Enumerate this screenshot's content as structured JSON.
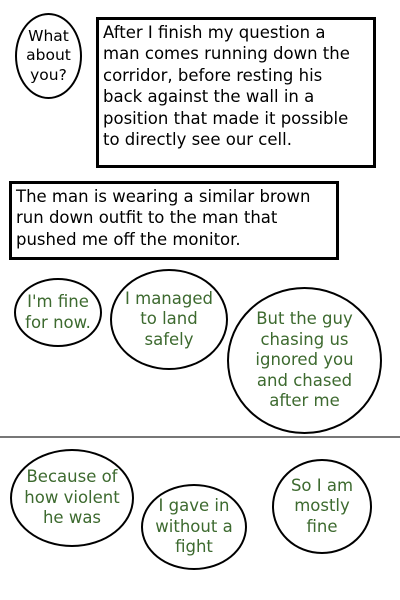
{
  "panel1": {
    "bubble": "What\nabout\nyou?",
    "narration": "After I finish my question a\nman comes running down the\ncorridor, before resting his\nback against the wall in a\nposition that made it possible\nto directly see our cell."
  },
  "panel2": {
    "narration": "The man is wearing a similar brown\nrun down outfit to the man that\npushed me off the monitor.",
    "bubble_fine": "I'm fine\nfor now.",
    "bubble_landed": "I managed\nto land\nsafely",
    "bubble_guy": "But the guy\nchasing us\nignored you\nand chased\nafter me"
  },
  "panel3": {
    "bubble_violent": "Because of\nhow violent\nhe was",
    "bubble_gave_in": "I gave in\nwithout a\nfight",
    "bubble_mostly_fine": "So I am\nmostly\nfine"
  },
  "colors": {
    "dialogue_green": "#3d6a2f",
    "divider": "#777777"
  }
}
